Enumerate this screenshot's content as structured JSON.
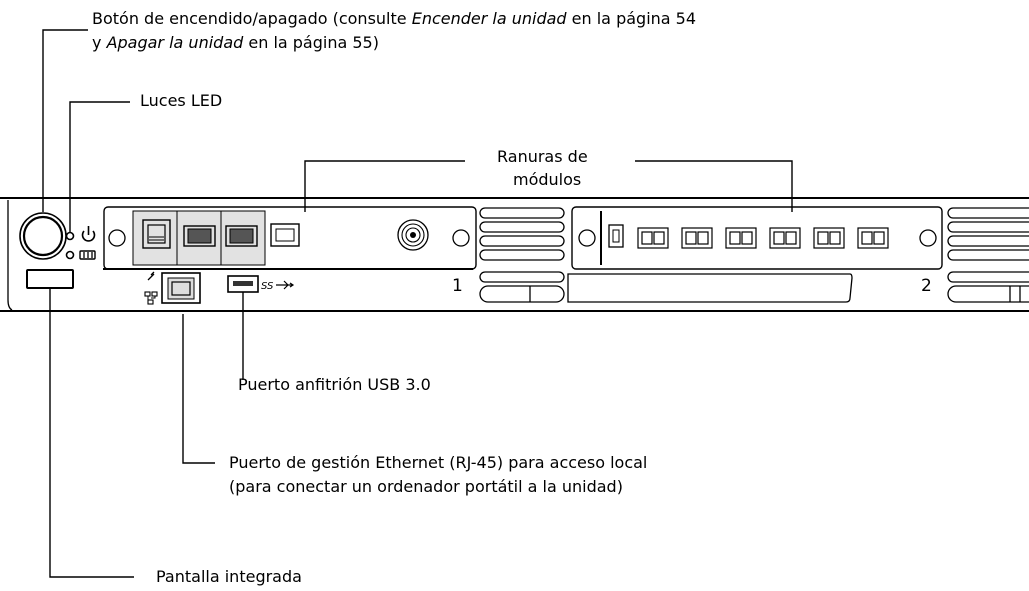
{
  "callouts": {
    "power": {
      "line1_a": "Botón de encendido/apagado (consulte ",
      "line1_em": "Encender la unidad",
      "line1_b": " en la página 54",
      "line2_a": "y ",
      "line2_em": "Apagar la unidad",
      "line2_b": " en la página 55)"
    },
    "leds": "Luces LED",
    "module_slots_line1": "Ranuras de",
    "module_slots_line2": "módulos",
    "usb_host": "Puerto anfitrión USB 3.0",
    "ethernet_line1": "Puerto de gestión Ethernet (RJ-45) para acceso local",
    "ethernet_line2": "(para conectar un ordenador portátil a la unidad)",
    "display": "Pantalla integrada"
  },
  "panel": {
    "slot_1_number": "1",
    "slot_2_number": "2"
  }
}
